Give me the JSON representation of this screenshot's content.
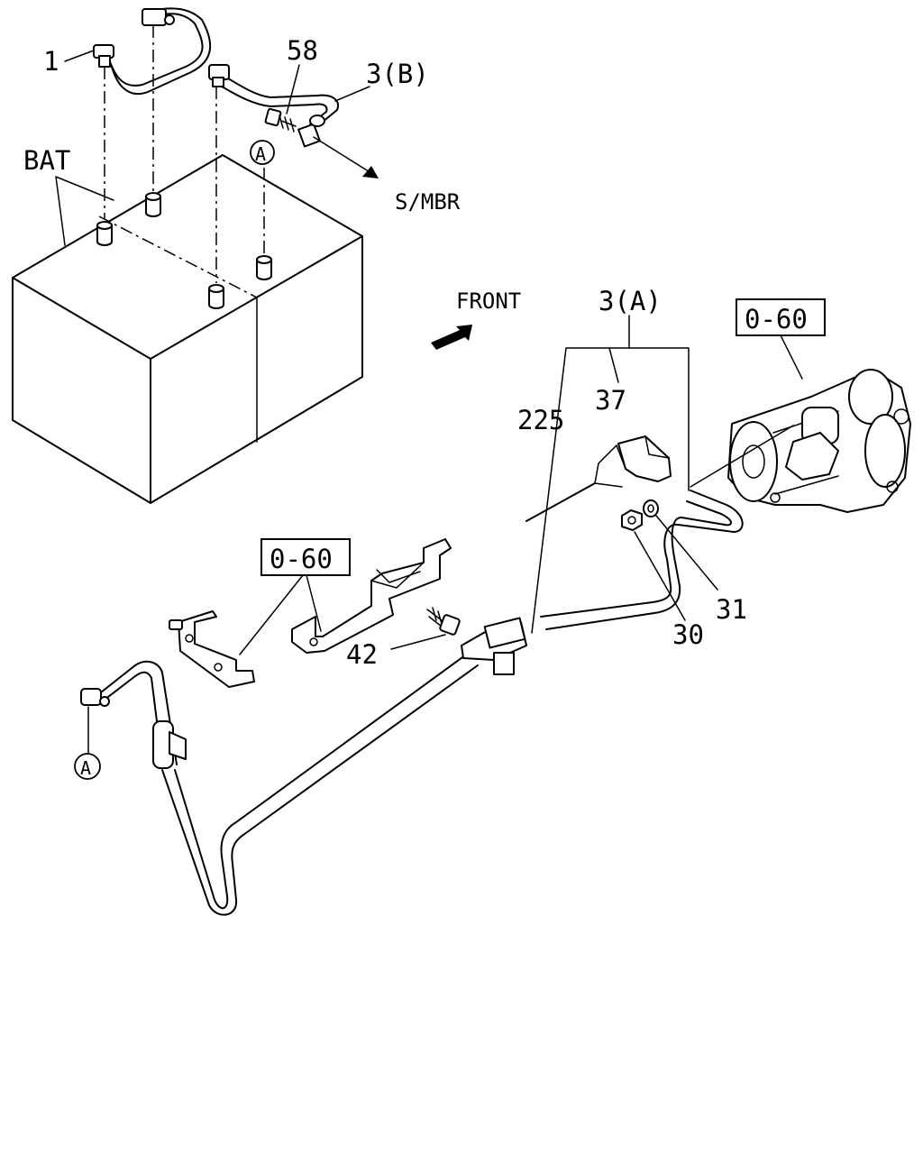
{
  "labels": {
    "part_1": "1",
    "part_58": "58",
    "part_3b": "3(B)",
    "bat": "BAT",
    "ref_a_top": "A",
    "smbr": "S/MBR",
    "front": "FRONT",
    "part_3a": "3(A)",
    "ref_060_starter": "0-60",
    "part_37": "37",
    "part_225": "225",
    "ref_060_bracket": "0-60",
    "part_42": "42",
    "part_31": "31",
    "part_30": "30",
    "ref_a_bottom": "A"
  },
  "icons": {
    "front_arrow": "front-direction-arrow-icon",
    "callout_a": "circle-callout-icon"
  }
}
